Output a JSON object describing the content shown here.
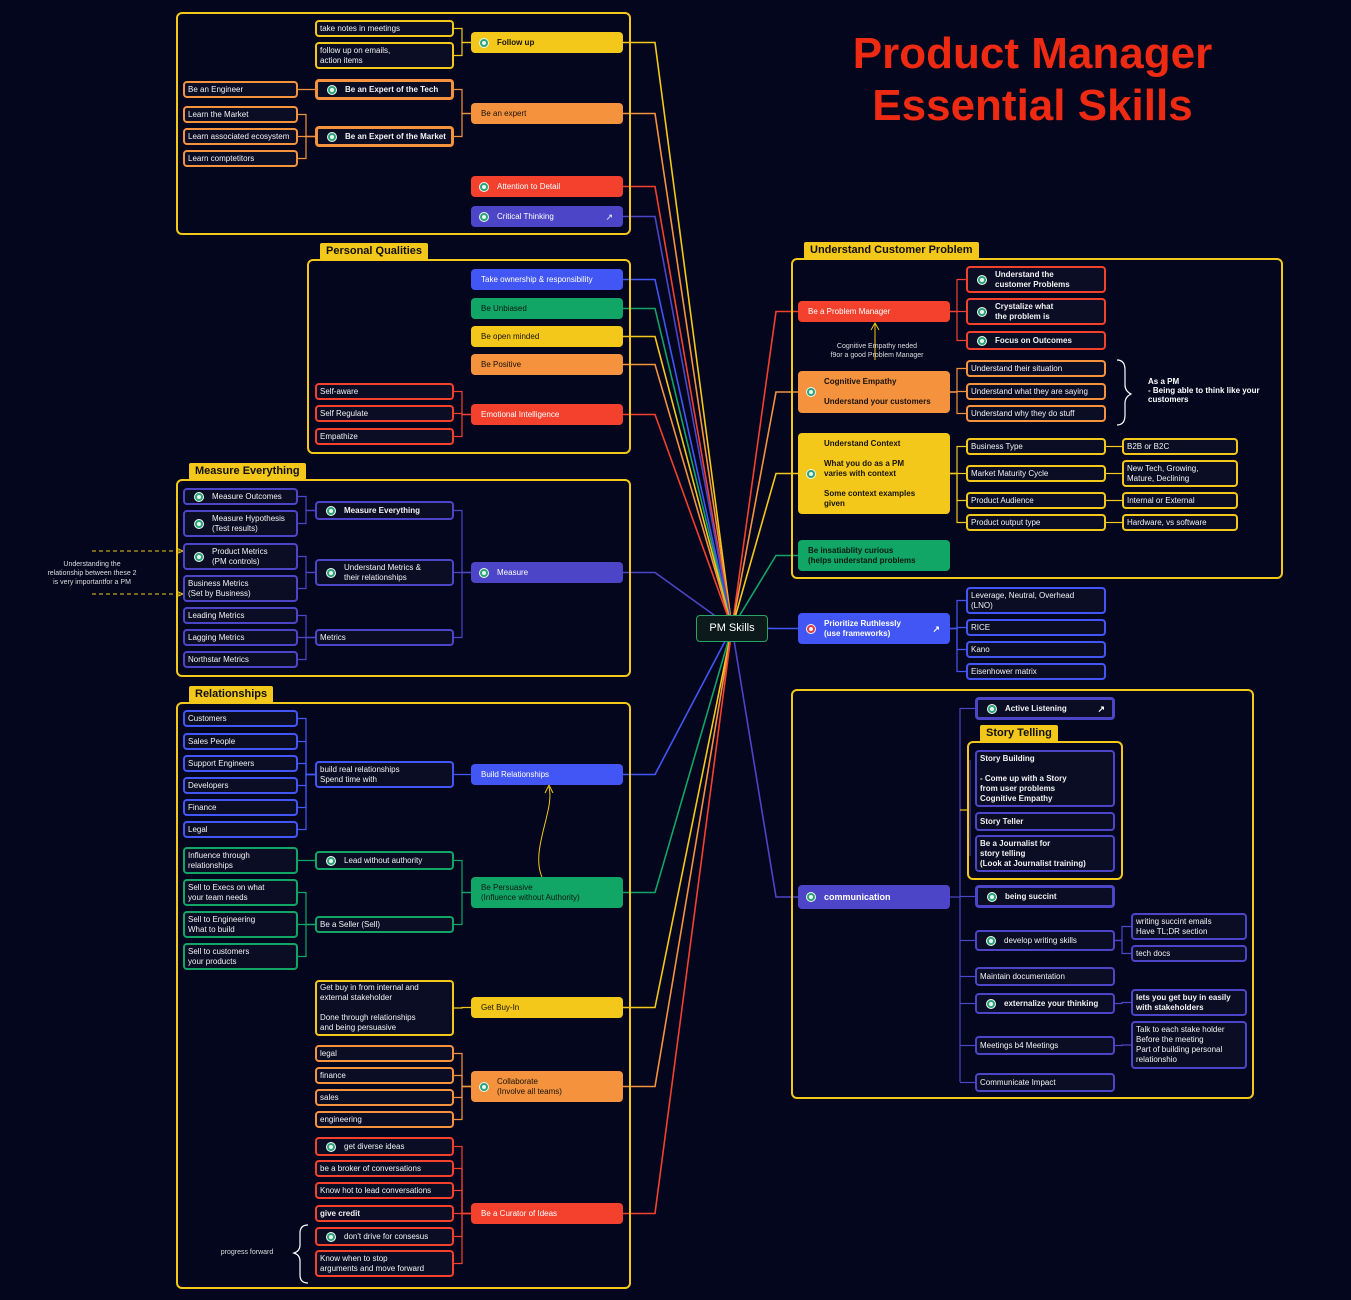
{
  "title": {
    "line1": "Product Manager",
    "line2": "Essential Skills"
  },
  "root": "PM Skills",
  "frames": {
    "personal": "Personal Qualities",
    "measure": "Measure Everything",
    "relationships": "Relationships",
    "customer": "Understand Customer Problem",
    "story": "Story Telling"
  },
  "colors": {
    "yellow": "#f3c81a",
    "orange": "#f5923e",
    "red": "#f3412d",
    "indigo": "#4c45c8",
    "blue": "#4256f5",
    "green": "#11a566",
    "dark": "#0d0f2e"
  },
  "nodes": {
    "follow_up": "Follow up",
    "take_notes": "take notes in meetings",
    "follow_emails": "follow up on emails,\naction items",
    "be_expert": "Be an expert",
    "expert_tech": "Be an Expert of the Tech",
    "engineer": "Be an Engineer",
    "expert_market": "Be an Expert of the Market",
    "learn_market": "Learn the Market",
    "learn_eco": "Learn associated ecosystem",
    "learn_comp": "Learn comptetitors",
    "attention": "Attention to Detail",
    "critical": "Critical Thinking",
    "ownership": "Take ownership & responsibility",
    "unbiased": "Be Unbiased",
    "open": "Be open minded",
    "positive": "Be Positive",
    "emotional": "Emotional Intelligence",
    "self_aware": "Self-aware",
    "self_reg": "Self Regulate",
    "empathize": "Empathize",
    "measure": "Measure",
    "measure_everything": "Measure Everything",
    "m_outcomes": "Measure Outcomes",
    "m_hyp": "Measure Hypothesis\n(Test results)",
    "m_understand": "Understand Metrics &\ntheir relationships",
    "m_product": "Product Metrics\n(PM controls)",
    "m_business": "Business Metrics\n(Set by Business)",
    "metrics": "Metrics",
    "leading": "Leading Metrics",
    "lagging": "Lagging Metrics",
    "northstar": "Northstar Metrics",
    "build_rel": "Build Relationships",
    "spend": "build real relationships\nSpend time with",
    "customers": "Customers",
    "sales_people": "Sales People",
    "support": "Support Engineers",
    "developers": "Developers",
    "finance": "Finance",
    "legal": "Legal",
    "persuasive": "Be Persuasive\n(Influence without Authority)",
    "lead_without": "Lead without authority",
    "influence": "Influence through\nrelationships",
    "seller": "Be a Seller (Sell)",
    "sell_execs": "Sell to Execs on what\nyour team needs",
    "sell_eng": "Sell to Engineering\nWhat to build",
    "sell_cust": "Sell to customers\nyour products",
    "buy_in": "Get Buy-In",
    "buy_detail": "Get buy in from internal and\nexternal stakeholder\n\nDone through relationships\nand being persuasive",
    "collaborate": "Collaborate\n(Involve all teams)",
    "c_legal": "legal",
    "c_finance": "finance",
    "c_sales": "sales",
    "c_eng": "engineering",
    "curator": "Be a Curator of Ideas",
    "diverse": "get diverse ideas",
    "broker": "be a broker of conversations",
    "hot": "Know hot to lead conversations",
    "credit": "give credit",
    "consensus": "don't drive for consesus",
    "stop": "Know when to stop\narguments and move forward",
    "problem_mgr": "Be a Problem Manager",
    "u_problems": "Understand the\ncustomer Problems",
    "crystalize": "Crystalize what\nthe problem is",
    "outcomes": "Focus on Outcomes",
    "cog": "Cognitive Empathy\n\nUnderstand your customers",
    "situation": "Understand their situation",
    "saying": "Understand what they are saying",
    "why": "Understand why they do stuff",
    "context": "Understand Context\n\nWhat you do as a PM\nvaries with context\n\nSome context examples\ngiven",
    "biz_type": "Business Type",
    "b2b": "B2B or B2C",
    "maturity": "Market Maturity Cycle",
    "new_tech": "New Tech, Growing,\nMature, Declining",
    "audience": "Product Audience",
    "int_ext": "Internal or External",
    "output": "Product output type",
    "hw_sw": "Hardware, vs software",
    "curious": "Be insatiablity curious\n(helps understand problems",
    "prioritize": "Prioritize Ruthlessly\n(use frameworks)",
    "lno": "Leverage, Neutral, Overhead\n(LNO)",
    "rice": "RICE",
    "kano": "Kano",
    "eisen": "Eisenhower matrix",
    "communication": "communication",
    "listening": "Active Listening",
    "story_building": "Story Building\n\n- Come up with a Story\nfrom user problems\nCognitive Empathy",
    "story_teller": "Story Teller",
    "journalist": "Be a Journalist for\nstory telling\n(Look at Journalist training)",
    "succinct": "being succint",
    "writing": "develop writing skills",
    "emails": "writing succint emails\nHave TL;DR section",
    "tech_docs": "tech docs",
    "maintain": "Maintain documentation",
    "externalize": "externalize your thinking",
    "buy_easily": "lets you get buy in easily\nwith stakeholders",
    "meetings": "Meetings b4 Meetings",
    "talk": "Talk to each stake holder\nBefore the meeting\nPart of building personal\nrelationshio",
    "impact": "Communicate Impact"
  },
  "annotations": {
    "metrics_note": "Understanding the\nrelationship between  these 2\nis very importantfor a PM",
    "cog_note": "Cognitive Empathy neded\nf9or a good Problem Manager",
    "as_pm": "As a PM\n- Being able to think like your\ncustomers",
    "progress": "progress forward"
  }
}
